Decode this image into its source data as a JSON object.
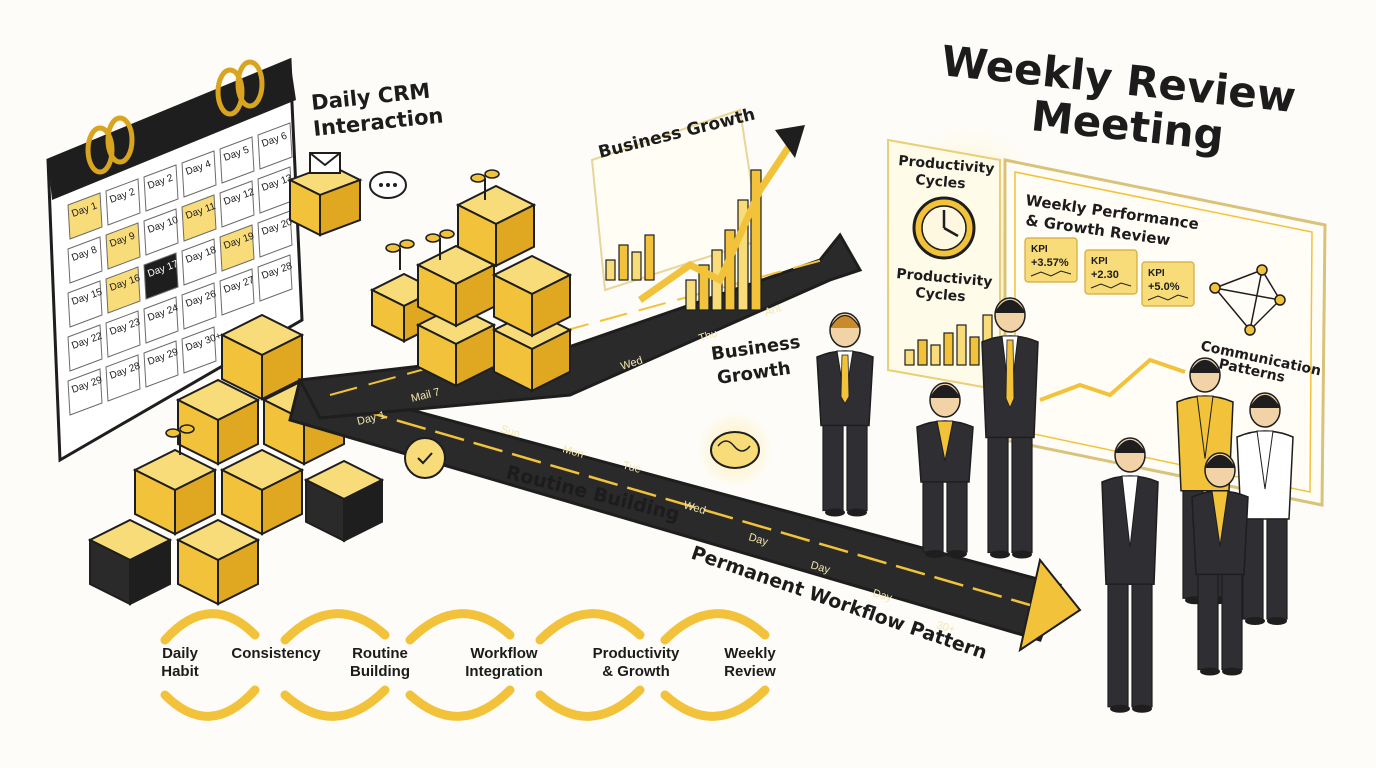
{
  "calendar": {
    "title_line1": "Daily CRM",
    "title_line2": "Interaction",
    "cells": [
      "Day 1",
      "Day 2",
      "Day 2",
      "Day 4",
      "Day 5",
      "Day 6",
      "Day 8",
      "Day 9",
      "Day 10",
      "Day 11",
      "Day 12",
      "Day 13",
      "Day 15",
      "Day 16",
      "Day 17",
      "Day 18",
      "Day 19",
      "Day 20",
      "Day 22",
      "Day 23",
      "Day 24",
      "Day 26",
      "Day 27",
      "Day 28",
      "Day 29",
      "Day 28",
      "Day 29",
      "Day 30+"
    ]
  },
  "growth": {
    "title_top": "Business Growth",
    "label_road_line1": "Business",
    "label_road_line2": "Growth"
  },
  "roads": {
    "upper_ticks": [
      "Wed",
      "Thu",
      "Ant"
    ],
    "lower_ticks": [
      "Day 1",
      "Mail 7",
      "Sun",
      "Mon",
      "Tue",
      "Wed",
      "Day",
      "Day",
      "Day",
      "30+"
    ],
    "label_routine": "Routine Building",
    "label_permanent": "Permanent Workflow Pattern"
  },
  "weekly": {
    "title_line1": "Weekly Review",
    "title_line2": "Meeting",
    "prod_cycles_1_line1": "Productivity",
    "prod_cycles_1_line2": "Cycles",
    "prod_cycles_2_line1": "Productivity",
    "prod_cycles_2_line2": "Cycles",
    "screen_title_line1": "Weekly Performance",
    "screen_title_line2": "& Growth Review",
    "kpis": [
      {
        "label": "KPI",
        "value": "+3.57%"
      },
      {
        "label": "KPI",
        "value": "+2.30"
      },
      {
        "label": "KPI",
        "value": "+5.0%"
      }
    ],
    "comm_line1": "Communication",
    "comm_line2": "Patterns"
  },
  "cycle": [
    {
      "line1": "Daily",
      "line2": "Habit"
    },
    {
      "line1": "Consistency",
      "line2": ""
    },
    {
      "line1": "Routine",
      "line2": "Building"
    },
    {
      "line1": "Workflow",
      "line2": "Integration"
    },
    {
      "line1": "Productivity",
      "line2": "& Growth"
    },
    {
      "line1": "Weekly",
      "line2": "Review"
    }
  ],
  "colors": {
    "gold": "#f2c23b",
    "gold_light": "#f8dc7a",
    "dark": "#1e1e1e",
    "road": "#2a2a2a"
  }
}
